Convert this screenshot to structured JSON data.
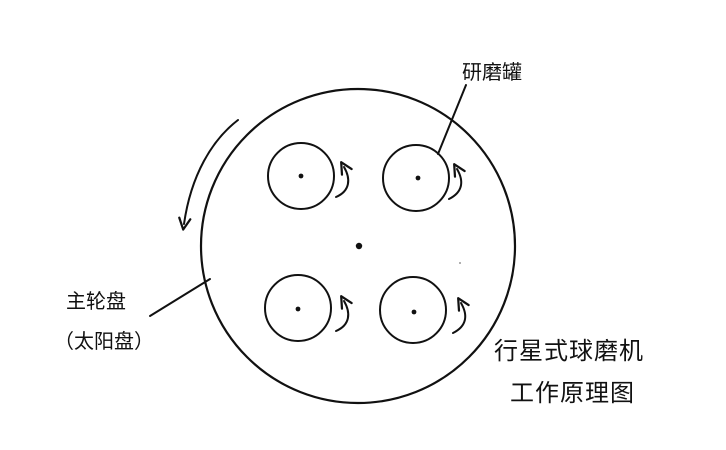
{
  "labels": {
    "grinding_jar": "研磨罐",
    "main_disc_line1": "主轮盘",
    "main_disc_line2": "（太阳盘）",
    "title_line1": "行星式球磨机",
    "title_line2": "工作原理图"
  },
  "colors": {
    "ink": "#111111",
    "background": "#ffffff"
  }
}
